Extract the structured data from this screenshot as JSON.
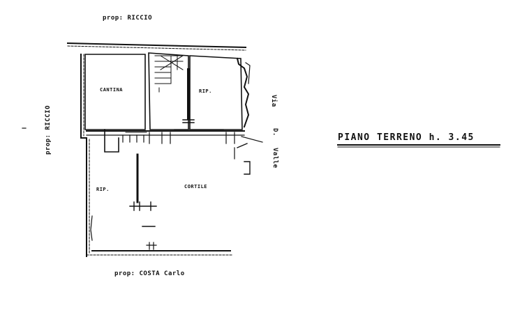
{
  "plan": {
    "owner_top": "prop: RICCIO",
    "owner_left": "prop: RICCIO",
    "owner_bottom": "prop: COSTA Carlo",
    "street_via": "Via",
    "street_d": "D.",
    "street_valle": "Valle",
    "rooms": {
      "cantina": "CANTINA",
      "rip_top": "RIP.",
      "rip_bottom": "RIP.",
      "cortile": "CORTILE"
    }
  },
  "caption": {
    "text": "PIANO TERRENO h. 3.45"
  }
}
